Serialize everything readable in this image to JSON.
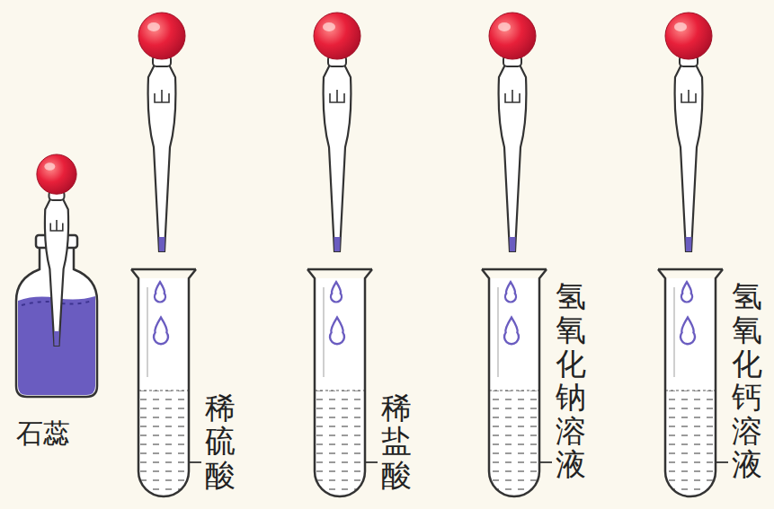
{
  "diagram": {
    "labels": [
      "石蕊",
      "稀硫酸",
      "稀盐酸",
      "氢氧化钠溶液",
      "氢氧化钙溶液"
    ]
  }
}
